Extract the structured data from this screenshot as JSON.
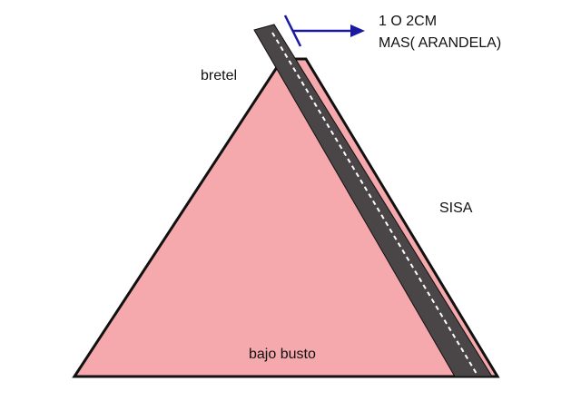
{
  "labels": {
    "bretel": "bretel",
    "sisa": "SISA",
    "bajo_busto": "bajo busto",
    "annotation_line1": "1 O 2CM",
    "annotation_line2": "MAS( ARANDELA)"
  },
  "colors": {
    "triangle_fill": "#f5a9ad",
    "outline": "#111111",
    "strap_fill": "#4a4546",
    "stitch_line": "#ffffff",
    "arrow": "#1a1aa0"
  }
}
